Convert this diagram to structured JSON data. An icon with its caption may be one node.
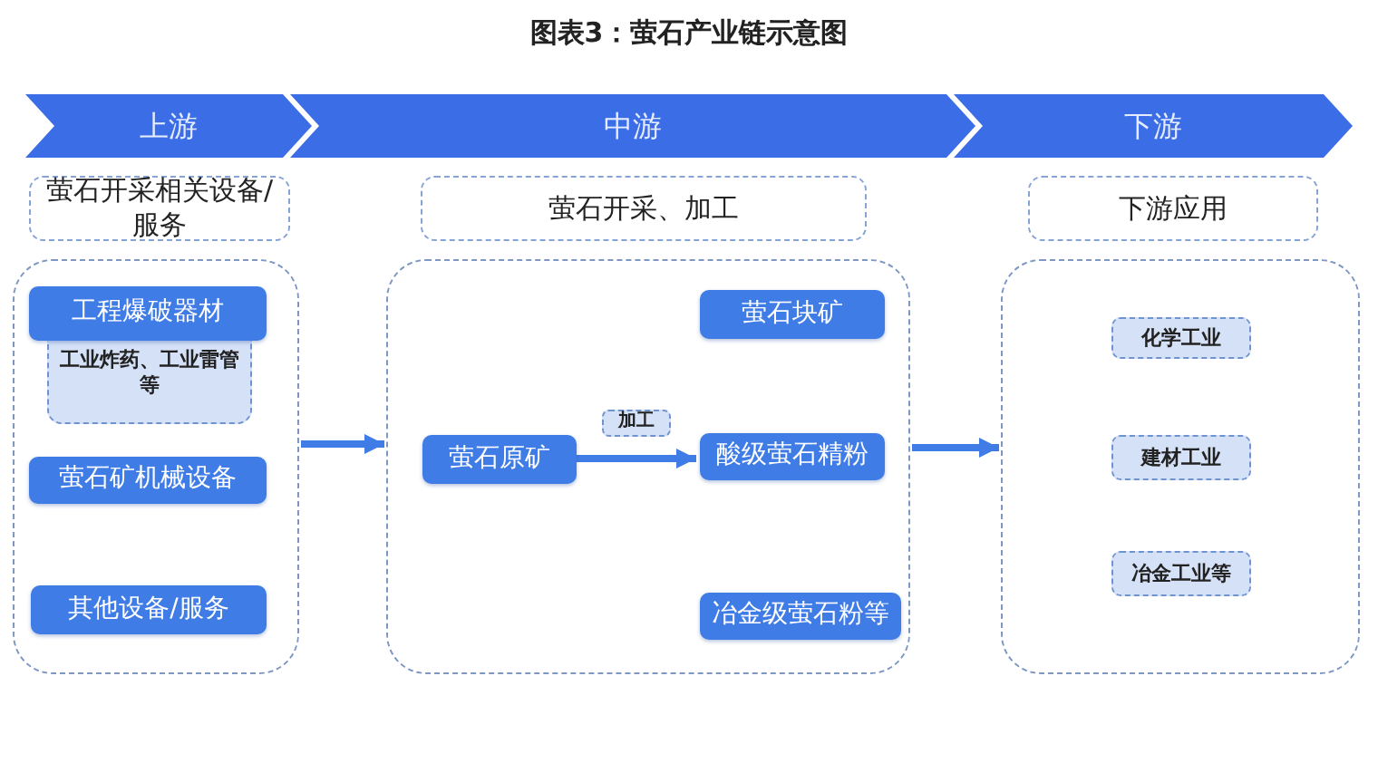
{
  "diagram": {
    "title": "图表3：萤石产业链示意图",
    "nodes": [
      {
        "text": [
          "上游"
        ]
      },
      {
        "text": [
          "中游"
        ]
      },
      {
        "text": [
          "下游"
        ]
      },
      {
        "text": [
          "萤石开采相关设备/服务"
        ]
      },
      {
        "text": [
          "萤石开采、加工"
        ]
      },
      {
        "text": [
          "下游应用"
        ]
      },
      {
        "text": [],
        "shape": "box"
      },
      {
        "text": [
          "工程爆破器材"
        ],
        "in": 6
      },
      {
        "text": [
          "工业炸药、工业雷管等"
        ],
        "in": 6
      },
      {
        "text": [
          "萤石矿机械设备"
        ],
        "in": 6
      },
      {
        "text": [
          "其他设备/服务"
        ],
        "in": 6
      },
      {
        "text": [],
        "shape": "box"
      },
      {
        "text": [
          "萤石原矿"
        ],
        "in": 11
      },
      {
        "text": [
          "萤石块矿"
        ],
        "in": 11
      },
      {
        "text": [
          "酸级萤石精粉"
        ],
        "in": 11
      },
      {
        "text": [
          "冶金级萤石粉等"
        ],
        "in": 11
      },
      {
        "text": [],
        "shape": "box"
      },
      {
        "text": [
          "化学工业"
        ],
        "in": 16
      },
      {
        "text": [
          "建材工业"
        ],
        "in": 16
      },
      {
        "text": [
          "冶金工业等"
        ],
        "in": 16
      }
    ],
    "edges": [
      {
        "from": 6,
        "to": 11,
        "arrow": "to"
      },
      {
        "from": 11,
        "to": 16,
        "arrow": "to"
      },
      {
        "from": 12,
        "to": 14,
        "arrow": "to",
        "label": "加工"
      }
    ]
  }
}
